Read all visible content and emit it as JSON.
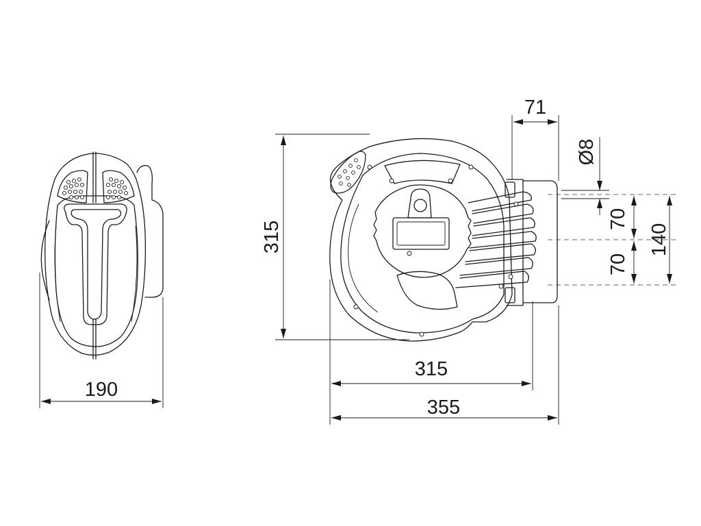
{
  "dimensions": {
    "side_width": "190",
    "front_height": "315",
    "front_width": "315",
    "overall_width": "355",
    "bracket_depth": "71",
    "hole_diameter": "Ø8",
    "hole_spacing_upper": "70",
    "hole_spacing_lower": "70",
    "hole_spacing_total": "140"
  },
  "colors": {
    "line": "#1a1a1a",
    "background": "#ffffff"
  }
}
